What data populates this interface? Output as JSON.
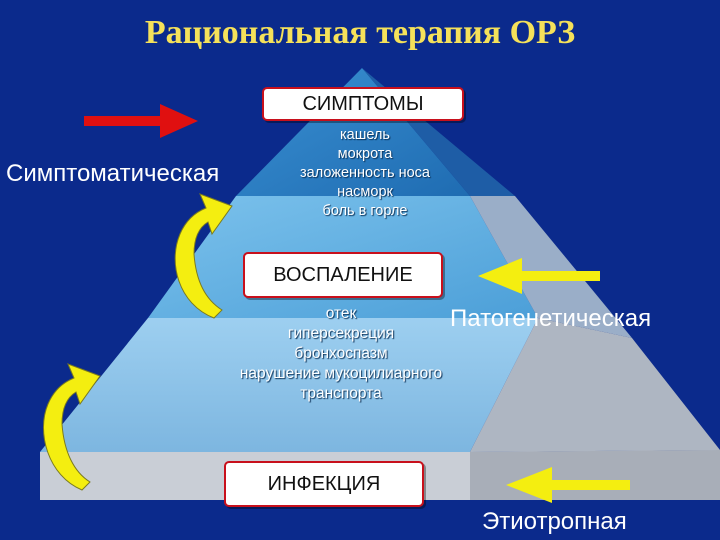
{
  "title": "Рациональная терапия ОРЗ",
  "levels": [
    {
      "label": "СИМПТОМЫ",
      "items": [
        "кашель",
        "мокрота",
        "заложенность носа",
        "насморк",
        "боль в горле"
      ]
    },
    {
      "label": "ВОСПАЛЕНИЕ",
      "items": [
        "отек",
        "гиперсекреция",
        "бронхоспазм",
        "нарушение мукоцилиарного",
        "транспорта"
      ]
    },
    {
      "label": "ИНФЕКЦИЯ",
      "items": []
    }
  ],
  "therapies": {
    "symptomatic": "Симптоматическая",
    "pathogenetic": "Патогенетическая",
    "etiotropic": "Этиотропная"
  },
  "colors": {
    "background": "#0b2a8c",
    "title": "#f5e15a",
    "tier_top": "#2a7fc4",
    "tier_middle": "#5fb0e4",
    "tier_bottom": "#8fc8ec",
    "red_arrow": "#e01010",
    "yellow_arrow": "#f4ee10",
    "box_border": "#c8101c"
  },
  "icons": [
    "red-arrow-right-icon",
    "yellow-arrow-left-icon",
    "yellow-curved-arrow-up-icon"
  ]
}
